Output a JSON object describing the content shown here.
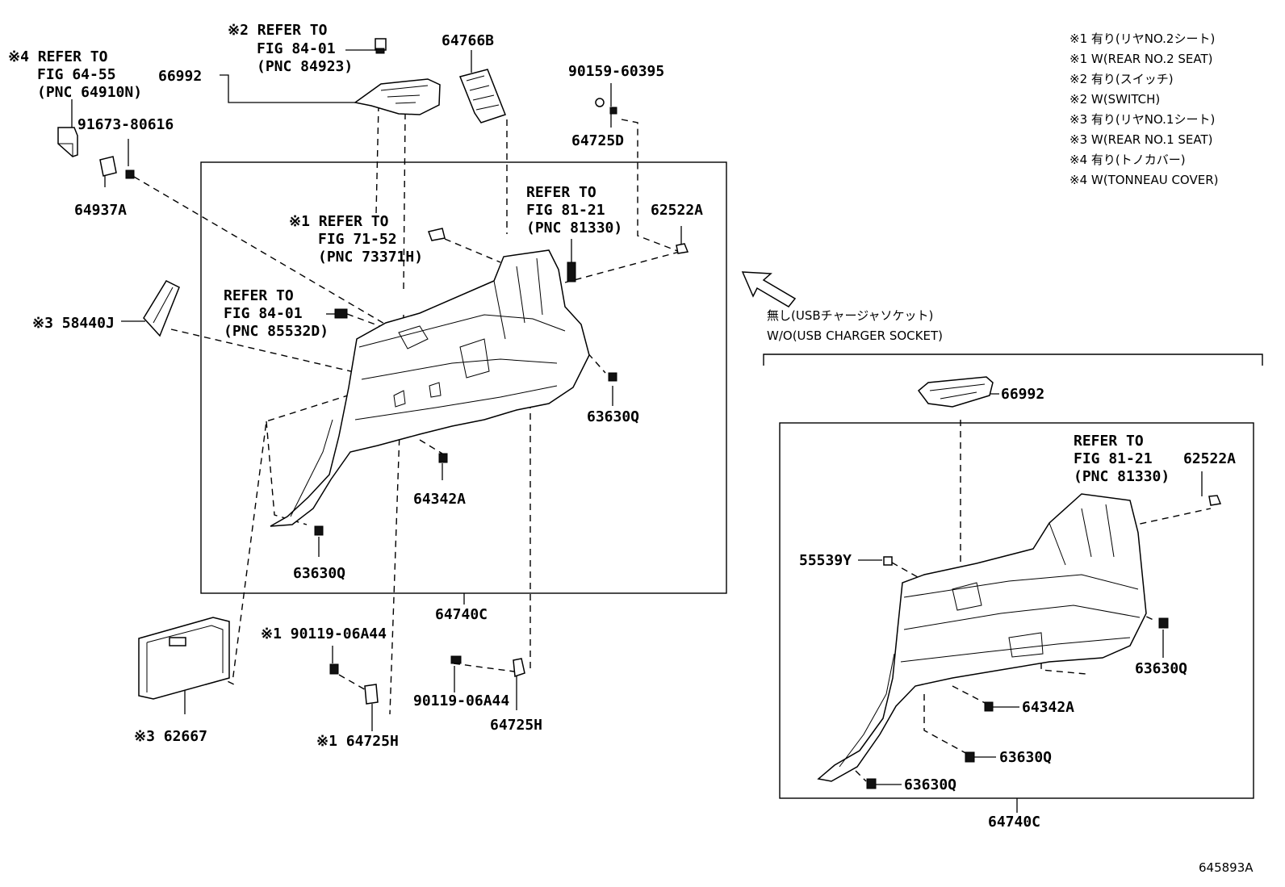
{
  "labels": {
    "p66992_top": "66992",
    "ref2_line1": "※2 REFER TO",
    "ref2_line2": "FIG 84-01",
    "ref2_line3": "(PNC 84923)",
    "ref4_line1": "※4 REFER TO",
    "ref4_line2": "FIG 64-55",
    "ref4_line3": "(PNC 64910N)",
    "p91673": "91673-80616",
    "p64937A": "64937A",
    "p64766B": "64766B",
    "p90159": "90159-60395",
    "p64725D": "64725D",
    "ref_8121_line1": "REFER TO",
    "ref_8121_line2": "FIG 81-21",
    "ref_8121_line3": "(PNC 81330)",
    "p62522A_left": "62522A",
    "ref1_line1": "※1 REFER TO",
    "ref1_line2": "FIG 71-52",
    "ref1_line3": "(PNC 73371H)",
    "ref_8401_line1": "REFER TO",
    "ref_8401_line2": "FIG 84-01",
    "ref_8401_line3": "(PNC 85532D)",
    "p58440J": "※3 58440J",
    "p63630Q_a": "63630Q",
    "p64342A_left": "64342A",
    "p63630Q_b": "63630Q",
    "p64740C_left": "64740C",
    "p90119_a": "※1 90119-06A44",
    "p90119_b": "90119-06A44",
    "p64725H_a": "※1 64725H",
    "p64725H_b": "64725H",
    "p62667": "※3 62667",
    "wo_jp": "無し(USBチャージャソケット)",
    "wo_en": "W/O(USB CHARGER SOCKET)",
    "p66992_right": "66992",
    "ref_r_line1": "REFER TO",
    "ref_r_line2": "FIG 81-21",
    "ref_r_line3": "(PNC 81330)",
    "p62522A_right": "62522A",
    "p55539Y": "55539Y",
    "p63630Q_r1": "63630Q",
    "p64342A_right": "64342A",
    "p63630Q_r2": "63630Q",
    "p63630Q_r3": "63630Q",
    "p64740C_right": "64740C",
    "figure_id": "645893A"
  },
  "legend": [
    "※1 有り(リヤNO.2シート)",
    "※1 W(REAR NO.2 SEAT)",
    "※2 有り(スイッチ)",
    "※2 W(SWITCH)",
    "※3 有り(リヤNO.1シート)",
    "※3 W(REAR NO.1 SEAT)",
    "※4 有り(トノカバー)",
    "※4 W(TONNEAU COVER)"
  ]
}
